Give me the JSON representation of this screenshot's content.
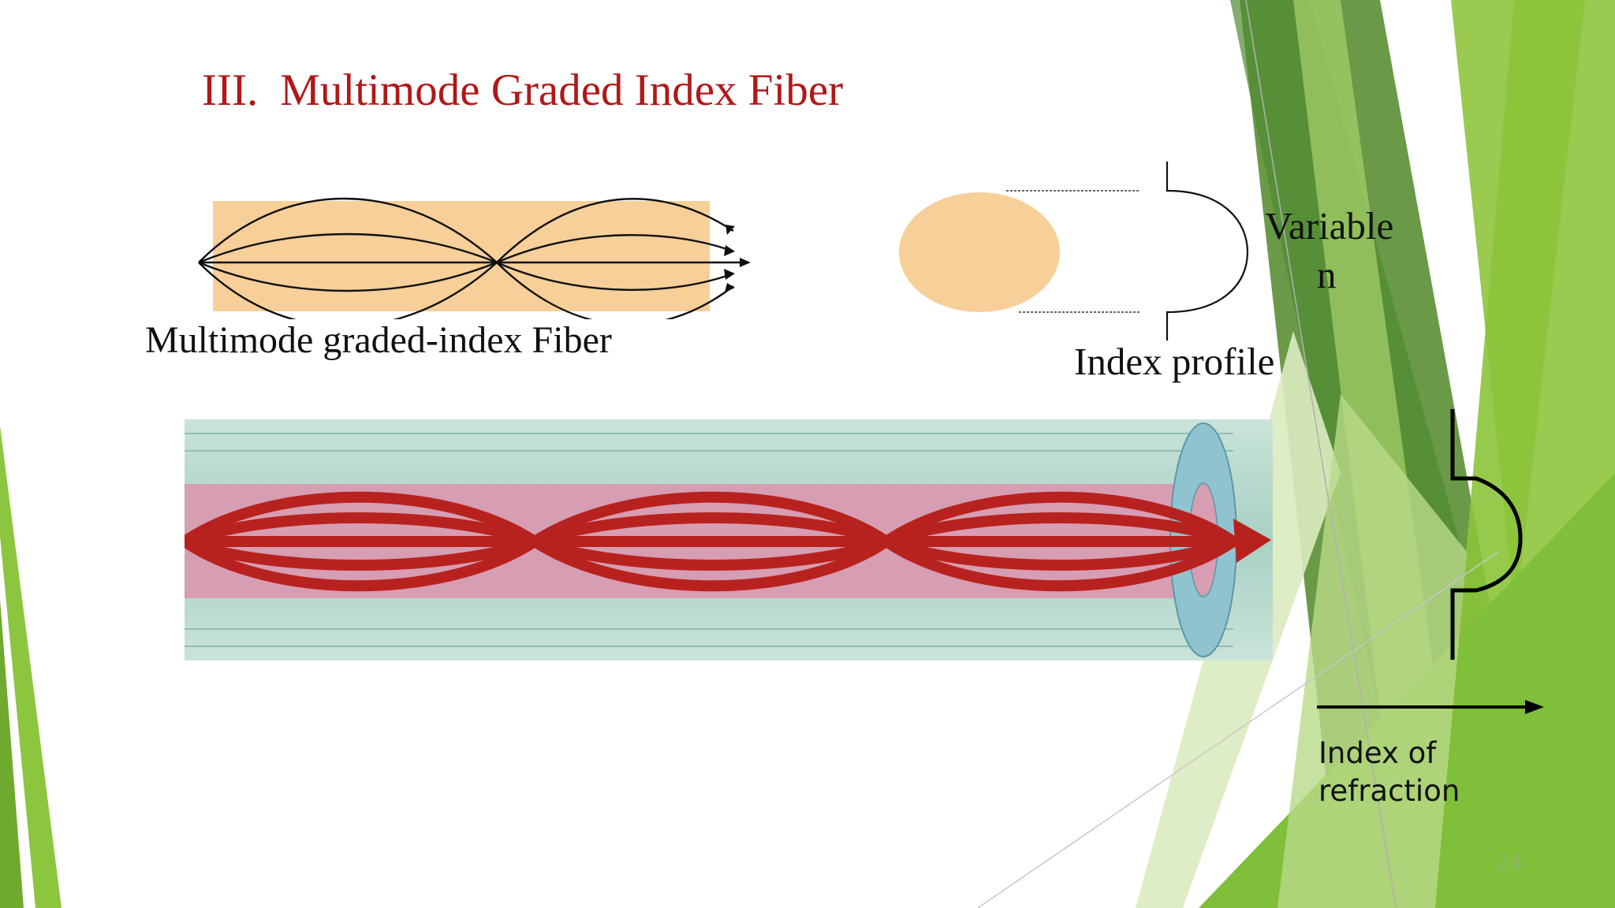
{
  "slide": {
    "title_number": "III.",
    "title_text": "Multimode Graded Index Fiber",
    "fiber_caption": "Multimode graded-index Fiber",
    "variable_label_line1": "Variable",
    "variable_label_line2": "n",
    "index_profile_caption": "Index profile",
    "index_of_refraction_line1": "Index of",
    "index_of_refraction_line2": "refraction",
    "page_number": "24"
  },
  "colors": {
    "title": "#b01818",
    "core_fill": "#f7cf98",
    "accent_green_dark": "#5e8f3c",
    "accent_green": "#8cc63f",
    "accent_green_light": "#c7df9a",
    "page_number": "#8fb56a",
    "fiber_ray": "#b8221e",
    "fiber_cladding": "#b7d9cf",
    "fiber_core": "#d89bb0"
  }
}
